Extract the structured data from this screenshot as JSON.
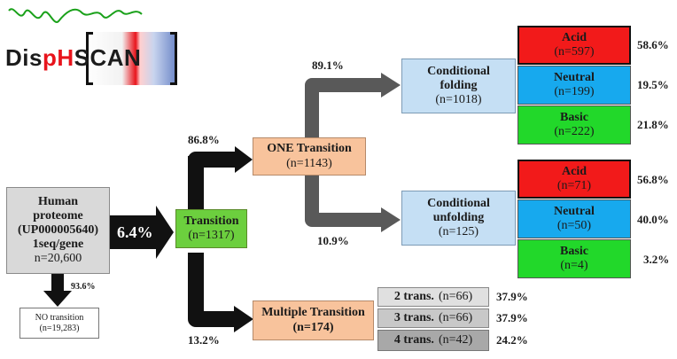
{
  "logo": {
    "part1": "Dis",
    "part2": "pH",
    "part3": "SCAN",
    "colors": {
      "dark": "#1c1c1c",
      "red": "#e8141c",
      "green": "#18a018"
    }
  },
  "human": {
    "line1": "Human",
    "line2": "proteome",
    "line3": "(UP000005640)",
    "line4": "1seq/gene",
    "line5": "n=20,600"
  },
  "pct_main": "6.4%",
  "pct_no": "93.6%",
  "no_transition": {
    "title": "NO transition",
    "n": "(n=19,283)"
  },
  "transition": {
    "title": "Transition",
    "n": "(n=1317)"
  },
  "pct_one": "86.8%",
  "pct_multi": "13.2%",
  "one": {
    "title": "ONE Transition",
    "n": "(n=1143)"
  },
  "multi": {
    "title": "Multiple Transition",
    "n": "(n=174)"
  },
  "pct_fold": "89.1%",
  "pct_unfold": "10.9%",
  "folding": {
    "line1": "Conditional",
    "line2": "folding",
    "n": "(n=1018)"
  },
  "unfolding": {
    "line1": "Conditional",
    "line2": "unfolding",
    "n": "(n=125)"
  },
  "fold_groups": [
    {
      "label": "Acid",
      "n": "(n=597)",
      "pct": "58.6%",
      "color": "#f21a1a"
    },
    {
      "label": "Neutral",
      "n": "(n=199)",
      "pct": "19.5%",
      "color": "#17a9ee"
    },
    {
      "label": "Basic",
      "n": "(n=222)",
      "pct": "21.8%",
      "color": "#22d82a"
    }
  ],
  "unfold_groups": [
    {
      "label": "Acid",
      "n": "(n=71)",
      "pct": "56.8%",
      "color": "#f21a1a"
    },
    {
      "label": "Neutral",
      "n": "(n=50)",
      "pct": "40.0%",
      "color": "#17a9ee"
    },
    {
      "label": "Basic",
      "n": "(n=4)",
      "pct": "3.2%",
      "color": "#22d82a"
    }
  ],
  "multi_groups": [
    {
      "label": "2 trans.",
      "n": "(n=66)",
      "pct": "37.9%"
    },
    {
      "label": "3 trans.",
      "n": "(n=66)",
      "pct": "37.9%"
    },
    {
      "label": "4 trans.",
      "n": "(n=42)",
      "pct": "24.2%"
    }
  ],
  "palette": {
    "grey_box": "#d9d9d9",
    "orange_box": "#f8c39c",
    "green_box": "#6ccf3e",
    "blue_box": "#c5dff4",
    "arrow_black": "#111111",
    "arrow_grey": "#595959"
  }
}
